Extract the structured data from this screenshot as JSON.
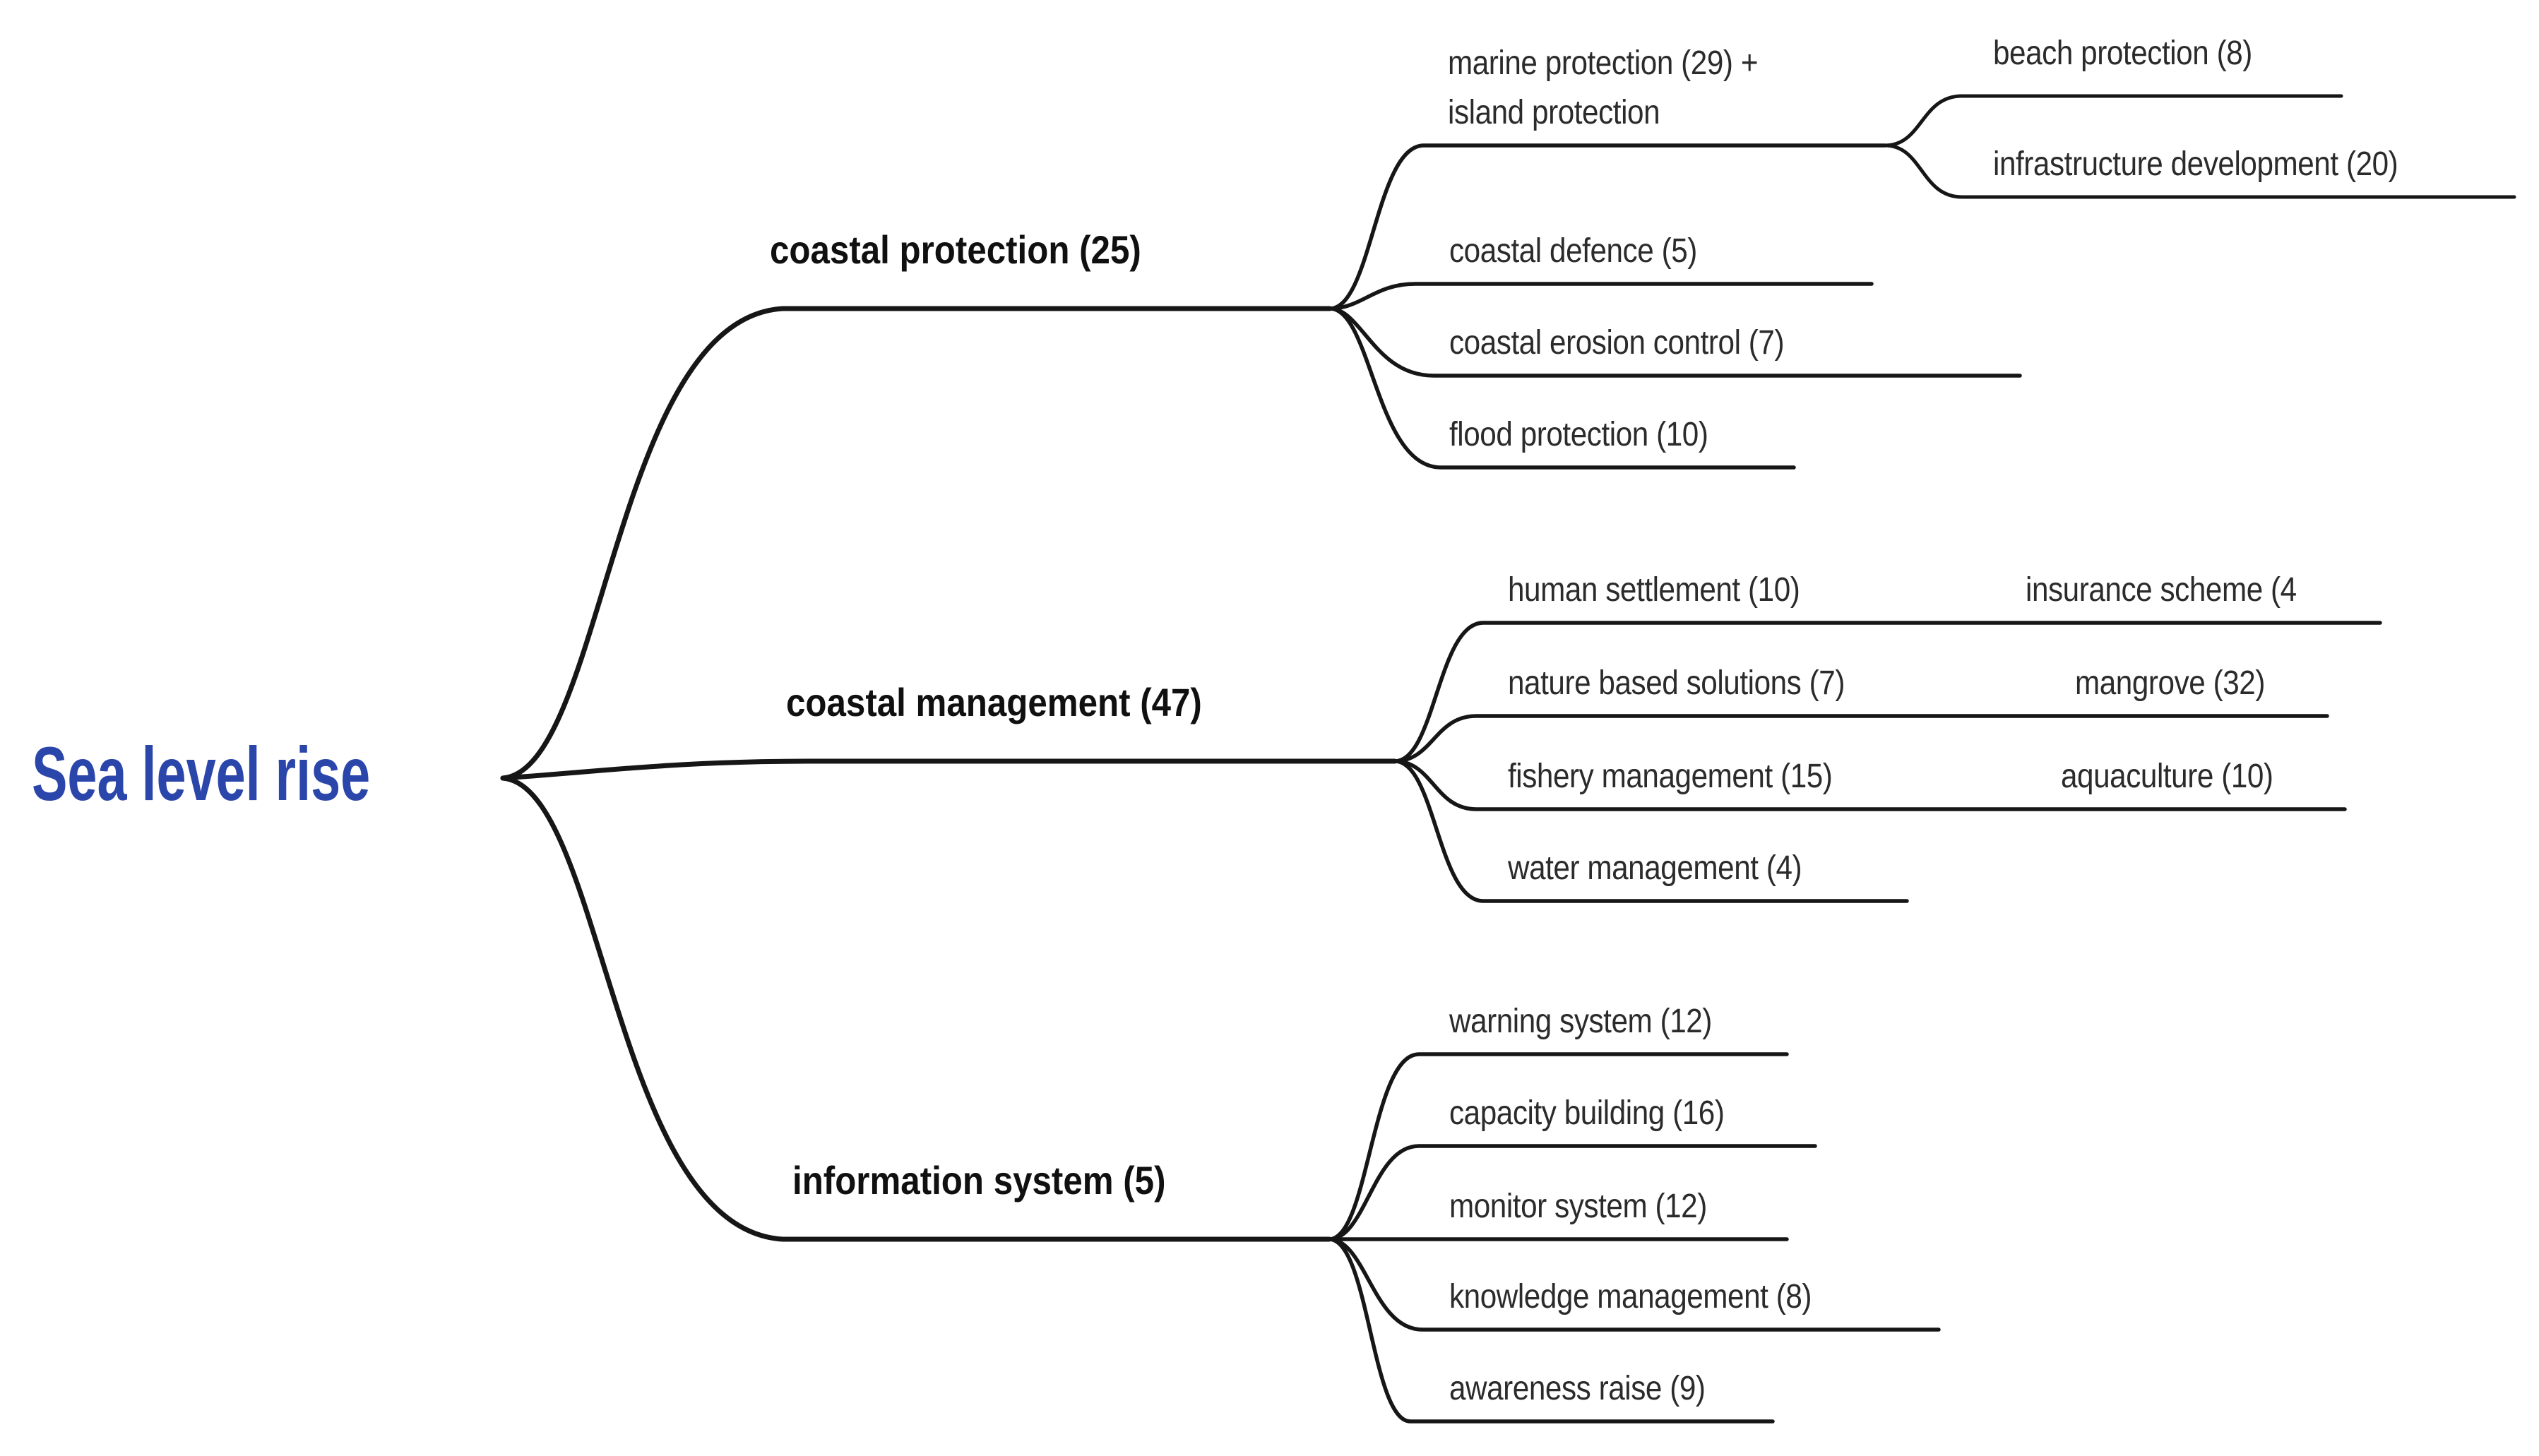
{
  "root": {
    "label": "Sea level rise"
  },
  "colors": {
    "root_text": "#2b46aa",
    "lines": "#161616",
    "node_text": "#2b2b2b"
  },
  "branches": [
    {
      "label": "coastal protection (25)",
      "children": [
        {
          "label_line1": "marine protection (29) +",
          "label_line2": "island protection",
          "children": [
            {
              "label": "beach protection (8)"
            },
            {
              "label": "infrastructure development (20)"
            }
          ]
        },
        {
          "label": "coastal defence (5)"
        },
        {
          "label": "coastal erosion control (7)"
        },
        {
          "label": "flood protection (10)"
        }
      ]
    },
    {
      "label": "coastal management (47)",
      "children": [
        {
          "label": "human settlement (10)",
          "sub": "insurance scheme (4"
        },
        {
          "label": "nature based solutions (7)",
          "sub": "mangrove (32)"
        },
        {
          "label": "fishery management (15)",
          "sub": "aquaculture (10)"
        },
        {
          "label": "water management (4)"
        }
      ]
    },
    {
      "label": "information system (5)",
      "children": [
        {
          "label": "warning system (12)"
        },
        {
          "label": "capacity building (16)"
        },
        {
          "label": "monitor system (12)"
        },
        {
          "label": "knowledge management (8)"
        },
        {
          "label": "awareness raise (9)"
        }
      ]
    }
  ]
}
